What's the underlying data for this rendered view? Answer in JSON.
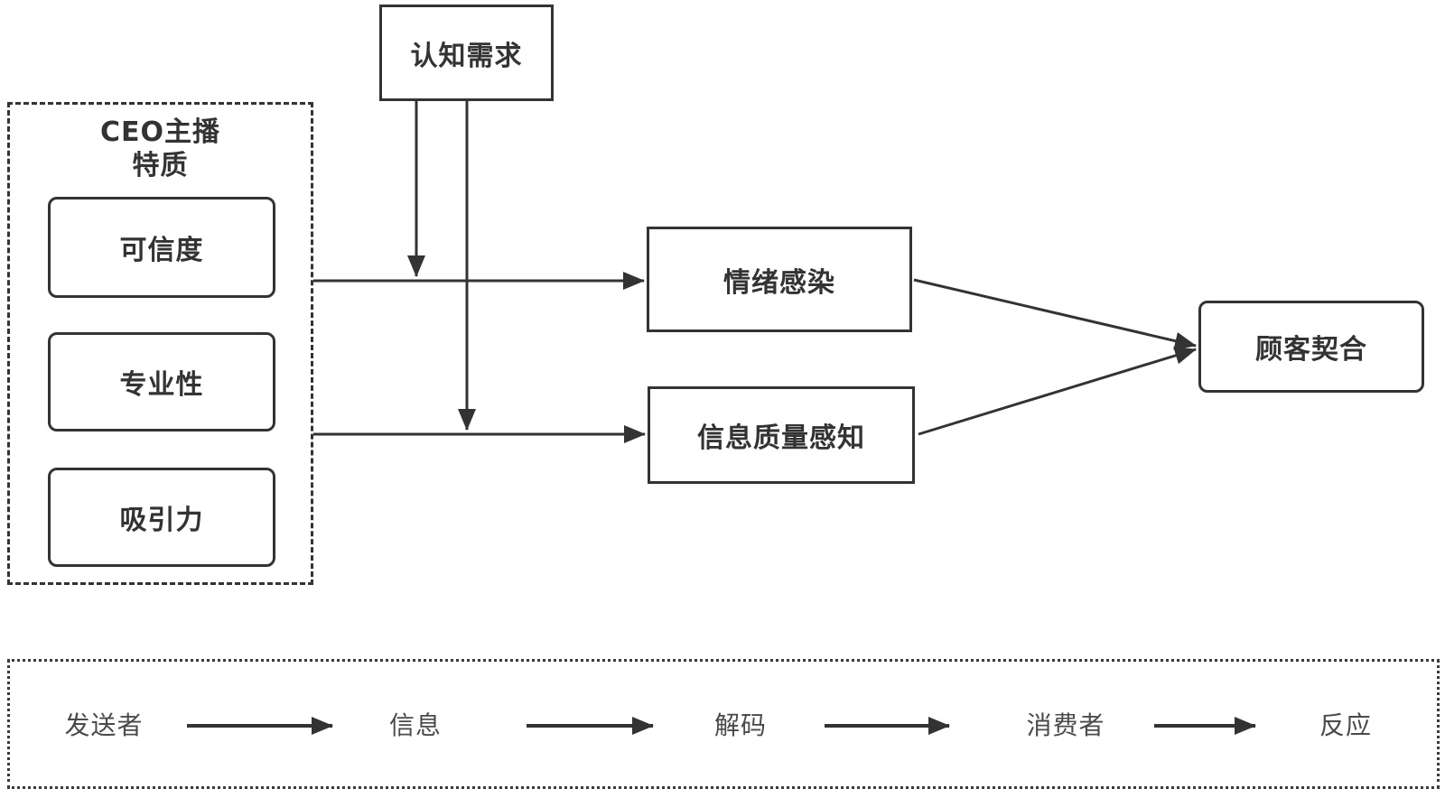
{
  "diagram": {
    "background_color": "#ffffff",
    "line_color": "#333333",
    "text_color": "#333333",
    "top_box": {
      "label": "认知需求"
    },
    "traits_group": {
      "title_lines": [
        "CEO主播",
        "特质"
      ],
      "items": [
        {
          "label": "可信度"
        },
        {
          "label": "专业性"
        },
        {
          "label": "吸引力"
        }
      ]
    },
    "mediators": [
      {
        "label": "情绪感染"
      },
      {
        "label": "信息质量感知"
      }
    ],
    "outcome": {
      "label": "顾客契合"
    },
    "flow": {
      "steps": [
        "发送者",
        "信息",
        "解码",
        "消费者",
        "反应"
      ]
    }
  }
}
